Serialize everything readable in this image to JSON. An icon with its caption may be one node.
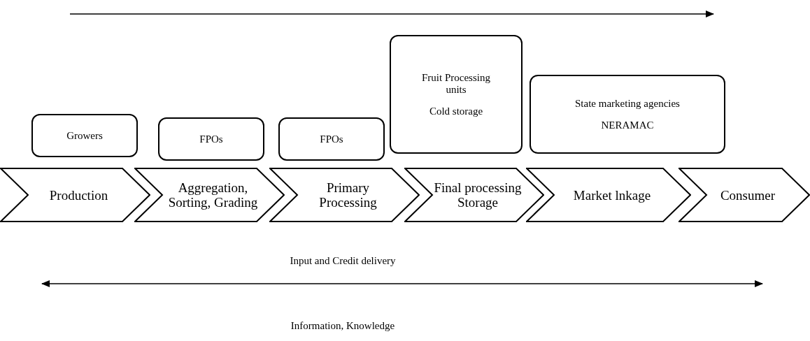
{
  "diagram": {
    "nodes": [
      {
        "text": [
          "Growers"
        ]
      },
      {
        "text": [
          "FPOs"
        ]
      },
      {
        "text": [
          "FPOs"
        ]
      },
      {
        "text": [
          "Fruit Processing units",
          "Cold storage"
        ]
      },
      {
        "text": [
          "State marketing agencies",
          "NERAMAC"
        ]
      },
      {
        "text": [
          "Production"
        ]
      },
      {
        "text": [
          "Aggregation, Sorting, Grading"
        ]
      },
      {
        "text": [
          "Primary Processing"
        ]
      },
      {
        "text": [
          "Final processing Storage"
        ]
      },
      {
        "text": [
          "Market lnkage"
        ]
      },
      {
        "text": [
          "Consumer"
        ]
      }
    ],
    "labels": [
      "Input and Credit delivery",
      "Information, Knowledge"
    ]
  }
}
